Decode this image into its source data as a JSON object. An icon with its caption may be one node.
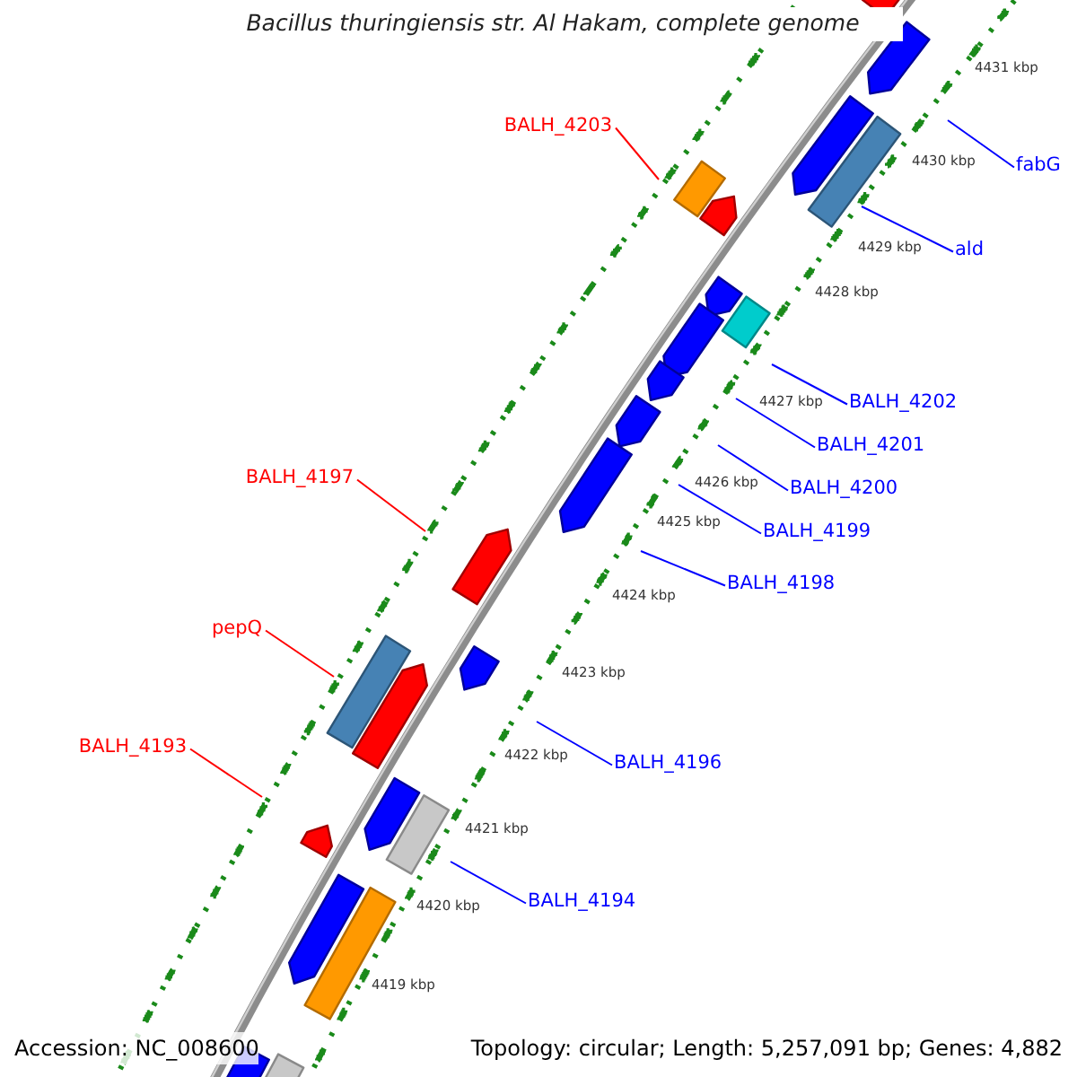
{
  "diagram": {
    "title": "Bacillus thuringiensis str. Al Hakam, complete genome",
    "nodes": [
      {
        "text": [
          "BALH_4203"
        ]
      },
      {
        "text": [
          "fabG"
        ]
      },
      {
        "text": [
          "ald"
        ]
      },
      {
        "text": [
          "BALH_4202"
        ]
      },
      {
        "text": [
          "BALH_4201"
        ]
      },
      {
        "text": [
          "BALH_4197"
        ]
      },
      {
        "text": [
          "BALH_4200"
        ]
      },
      {
        "text": [
          "BALH_4199"
        ]
      },
      {
        "text": [
          "BALH_4198"
        ]
      },
      {
        "text": [
          "pepQ"
        ]
      },
      {
        "text": [
          "BALH_4193"
        ]
      },
      {
        "text": [
          "BALH_4196"
        ]
      },
      {
        "text": [
          "BALH_4194"
        ]
      }
    ],
    "edges": [
      {
        "from": 0,
        "to": null,
        "arrow": "none",
        "color": "#ff0000"
      },
      {
        "from": 1,
        "to": null,
        "arrow": "none"
      },
      {
        "from": 2,
        "to": null,
        "arrow": "none"
      },
      {
        "from": 3,
        "to": null,
        "arrow": "none"
      },
      {
        "from": 4,
        "to": null,
        "arrow": "none"
      },
      {
        "from": 5,
        "to": null,
        "arrow": "none",
        "color": "#ff0000"
      },
      {
        "from": 6,
        "to": null,
        "arrow": "none"
      },
      {
        "from": 7,
        "to": null,
        "arrow": "none"
      },
      {
        "from": 8,
        "to": null,
        "arrow": "none"
      },
      {
        "from": 9,
        "to": null,
        "arrow": "none",
        "color": "#ff0000"
      },
      {
        "from": 10,
        "to": null,
        "arrow": "none",
        "color": "#ff0000"
      },
      {
        "from": 11,
        "to": null,
        "arrow": "none"
      },
      {
        "from": 12,
        "to": null,
        "arrow": "none"
      }
    ],
    "labels": [
      "4431 kbp",
      "4430 kbp",
      "4429 kbp",
      "4428 kbp",
      "4427 kbp",
      "4426 kbp",
      "4425 kbp",
      "4424 kbp",
      "4423 kbp",
      "4422 kbp",
      "4421 kbp",
      "4420 kbp",
      "4419 kbp",
      "Accession: NC_008600",
      "Topology: circular; Length: 5,257,091 bp; Genes: 4,882"
    ]
  }
}
